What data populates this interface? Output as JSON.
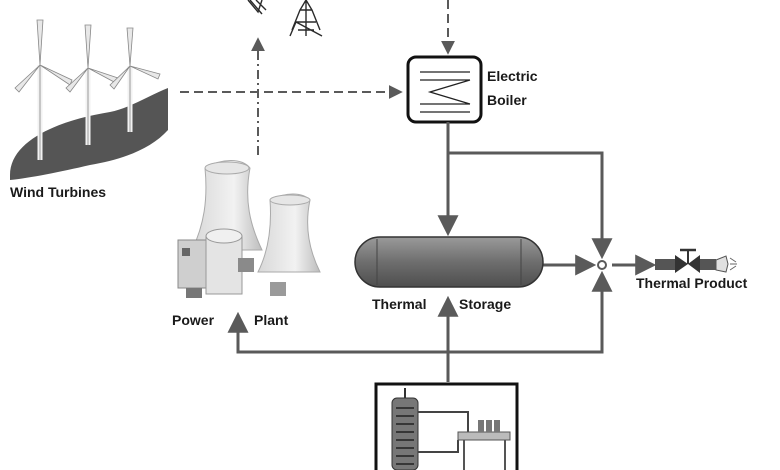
{
  "labels": {
    "wind_turbines": "Wind Turbines",
    "electric_boiler_line1": "Electric",
    "electric_boiler_line2": "Boiler",
    "power": "Power",
    "plant": "Plant",
    "thermal": "Thermal",
    "storage": "Storage",
    "thermal_product": "Thermal Product"
  },
  "icons": {
    "wind_turbines": "wind-turbine-icon",
    "transmission_towers": "transmission-tower-icon",
    "electric_boiler": "electric-boiler-icon",
    "power_plant": "cooling-tower-power-plant-icon",
    "thermal_storage": "storage-tank-icon",
    "thermal_product": "valve-outlet-icon",
    "heat_source_unit": "heat-source-unit-icon"
  },
  "colors": {
    "line": "#5a5a5a",
    "tank": "#6a6a6a",
    "text": "#1a1a1a"
  }
}
